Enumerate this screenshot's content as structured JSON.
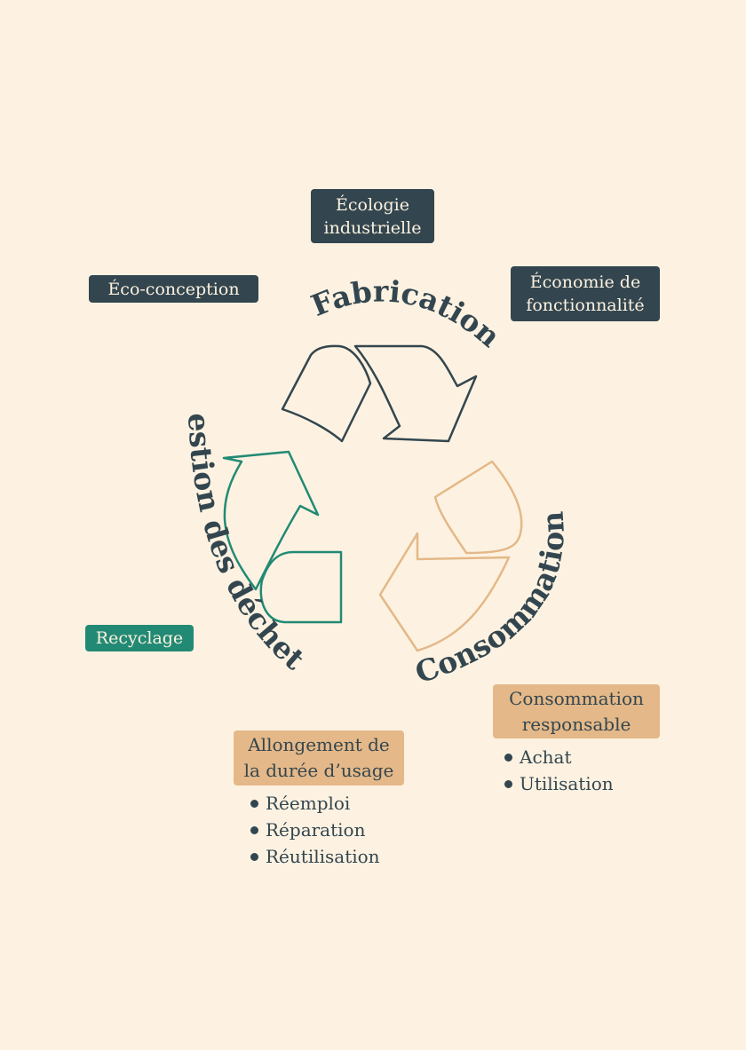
{
  "colors": {
    "background": "#fdf2e1",
    "dark": "#33464f",
    "green": "#228a74",
    "tan": "#e4b888"
  },
  "phases": {
    "fabrication": "Fabrication",
    "consumption": "Consommation",
    "waste": "Gestion des déchets"
  },
  "tags": {
    "ecologie": [
      "Écologie",
      "industrielle"
    ],
    "eco_conception": "Éco-conception",
    "economie": [
      "Économie de",
      "fonctionnalité"
    ],
    "recyclage": "Recyclage",
    "consommation": [
      "Consommation",
      "responsable"
    ],
    "allongement": [
      "Allongement de",
      "la durée d’usage"
    ]
  },
  "consommation_items": [
    "Achat",
    "Utilisation"
  ],
  "allongement_items": [
    "Réemploi",
    "Réparation",
    "Réutilisation"
  ]
}
